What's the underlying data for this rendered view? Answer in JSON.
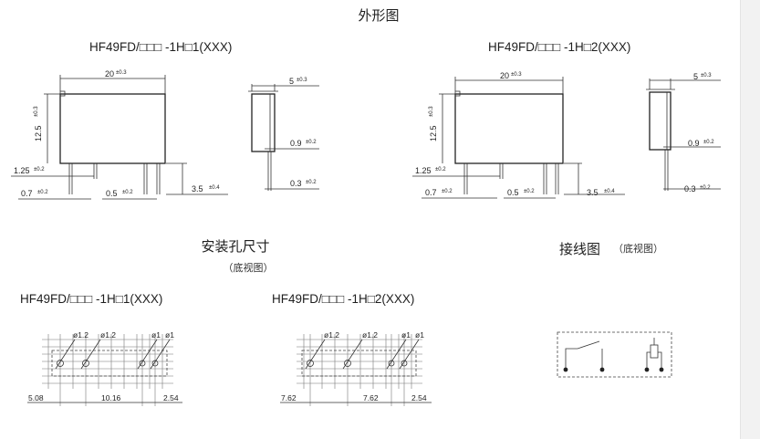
{
  "outline": {
    "title": "外形图",
    "left_model": "HF49FD/□□□ -1H□1(XXX)",
    "right_model": "HF49FD/□□□ -1H□2(XXX)",
    "dims": {
      "width": "20",
      "width_tol": "±0.3",
      "height": "12.5",
      "height_tol": "±0.3",
      "side_width": "5",
      "side_width_tol": "±0.3",
      "d_125": "1.25",
      "d_125_tol": "±0.2",
      "d_07": "0.7",
      "d_07_tol": "±0.2",
      "d_05": "0.5",
      "d_05_tol": "±0.2",
      "d_35": "3.5",
      "d_35_tol": "±0.4",
      "d_09": "0.9",
      "d_09_tol": "±0.2",
      "d_03": "0.3",
      "d_03_tol": "±0.2"
    }
  },
  "mounting": {
    "title": "安装孔尺寸",
    "subtitle": "（底视图）",
    "left_model": "HF49FD/□□□ -1H□1(XXX)",
    "right_model": "HF49FD/□□□ -1H□2(XXX)",
    "left_labels": {
      "h1": "ø1.2",
      "h2": "ø1.2",
      "h3": "ø1",
      "h4": "ø1",
      "d1": "5.08",
      "d2": "10.16",
      "d3": "2.54"
    },
    "right_labels": {
      "h1": "ø1.2",
      "h2": "ø1.2",
      "h3": "ø1",
      "h4": "ø1",
      "d1": "7.62",
      "d2": "7.62",
      "d3": "2.54"
    }
  },
  "wiring": {
    "title": "接线图",
    "subtitle": "（底视图）"
  }
}
